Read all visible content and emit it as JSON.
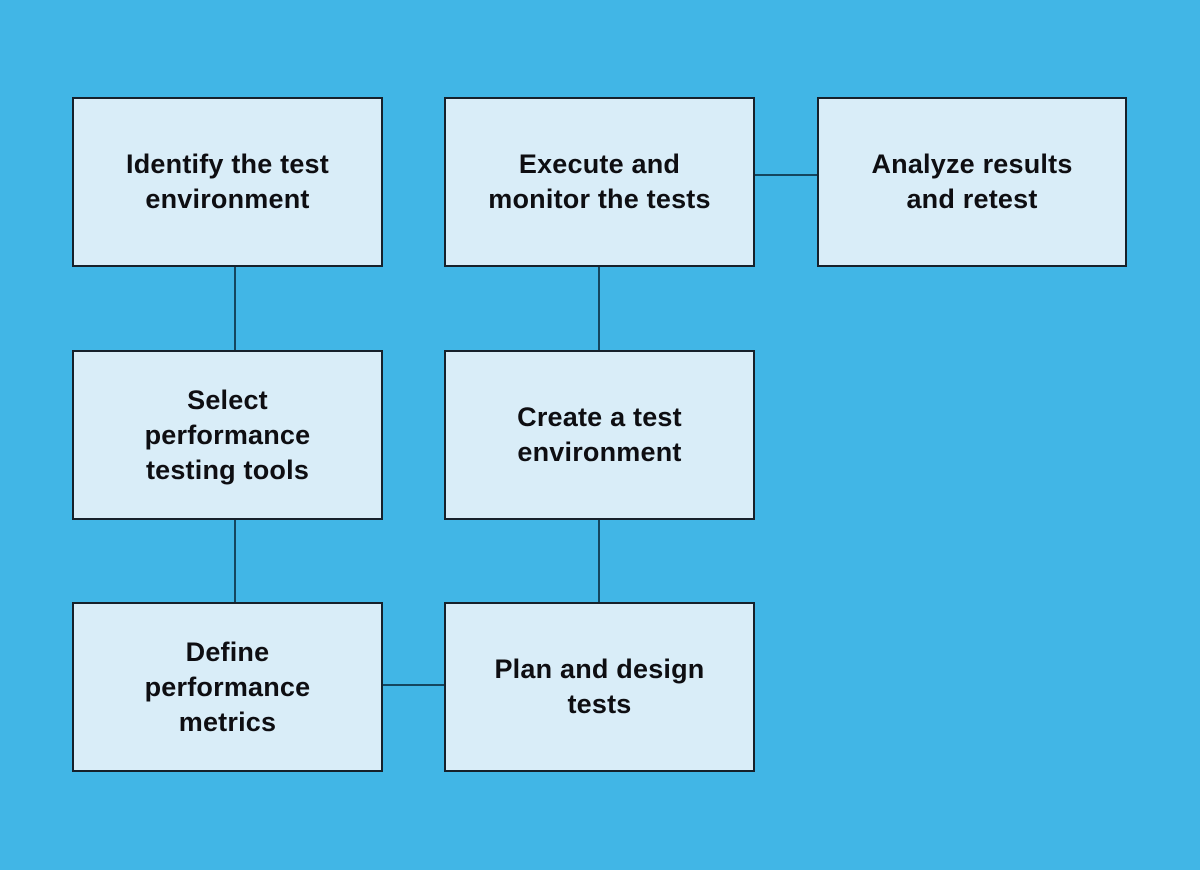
{
  "diagram_type": "flowchart",
  "colors": {
    "background": "#41b6e6",
    "node-fill": "#d9edf8",
    "node-border": "#16212b",
    "connector": "#14465f",
    "text": "#0e0e12"
  },
  "nodes": [
    {
      "id": "identify-test-environment",
      "label": "Identify the test\nenvironment"
    },
    {
      "id": "execute-monitor-tests",
      "label": "Execute and\nmonitor the tests"
    },
    {
      "id": "analyze-results-retest",
      "label": "Analyze results\nand retest"
    },
    {
      "id": "select-performance-testing-tools",
      "label": "Select\nperformance\ntesting tools"
    },
    {
      "id": "create-test-environment",
      "label": "Create a test\nenvironment"
    },
    {
      "id": "define-performance-metrics",
      "label": "Define\nperformance\nmetrics"
    },
    {
      "id": "plan-design-tests",
      "label": "Plan and design\ntests"
    }
  ],
  "connectors": [
    {
      "from": "identify-test-environment",
      "to": "select-performance-testing-tools",
      "orientation": "vertical"
    },
    {
      "from": "select-performance-testing-tools",
      "to": "define-performance-metrics",
      "orientation": "vertical"
    },
    {
      "from": "execute-monitor-tests",
      "to": "create-test-environment",
      "orientation": "vertical"
    },
    {
      "from": "create-test-environment",
      "to": "plan-design-tests",
      "orientation": "vertical"
    },
    {
      "from": "execute-monitor-tests",
      "to": "analyze-results-retest",
      "orientation": "horizontal"
    },
    {
      "from": "define-performance-metrics",
      "to": "plan-design-tests",
      "orientation": "horizontal"
    }
  ]
}
